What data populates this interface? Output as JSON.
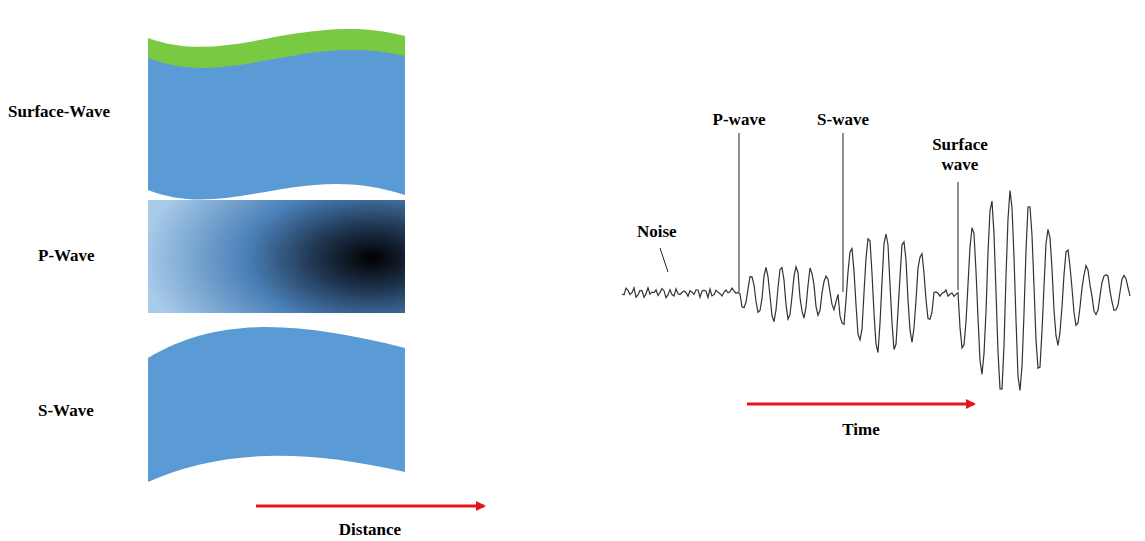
{
  "diagram": {
    "labels": [
      "Surface-Wave",
      "P-Wave",
      "S-Wave",
      "Distance",
      "Noise",
      "P-wave",
      "S-wave",
      "Surface wave",
      "Time"
    ]
  }
}
